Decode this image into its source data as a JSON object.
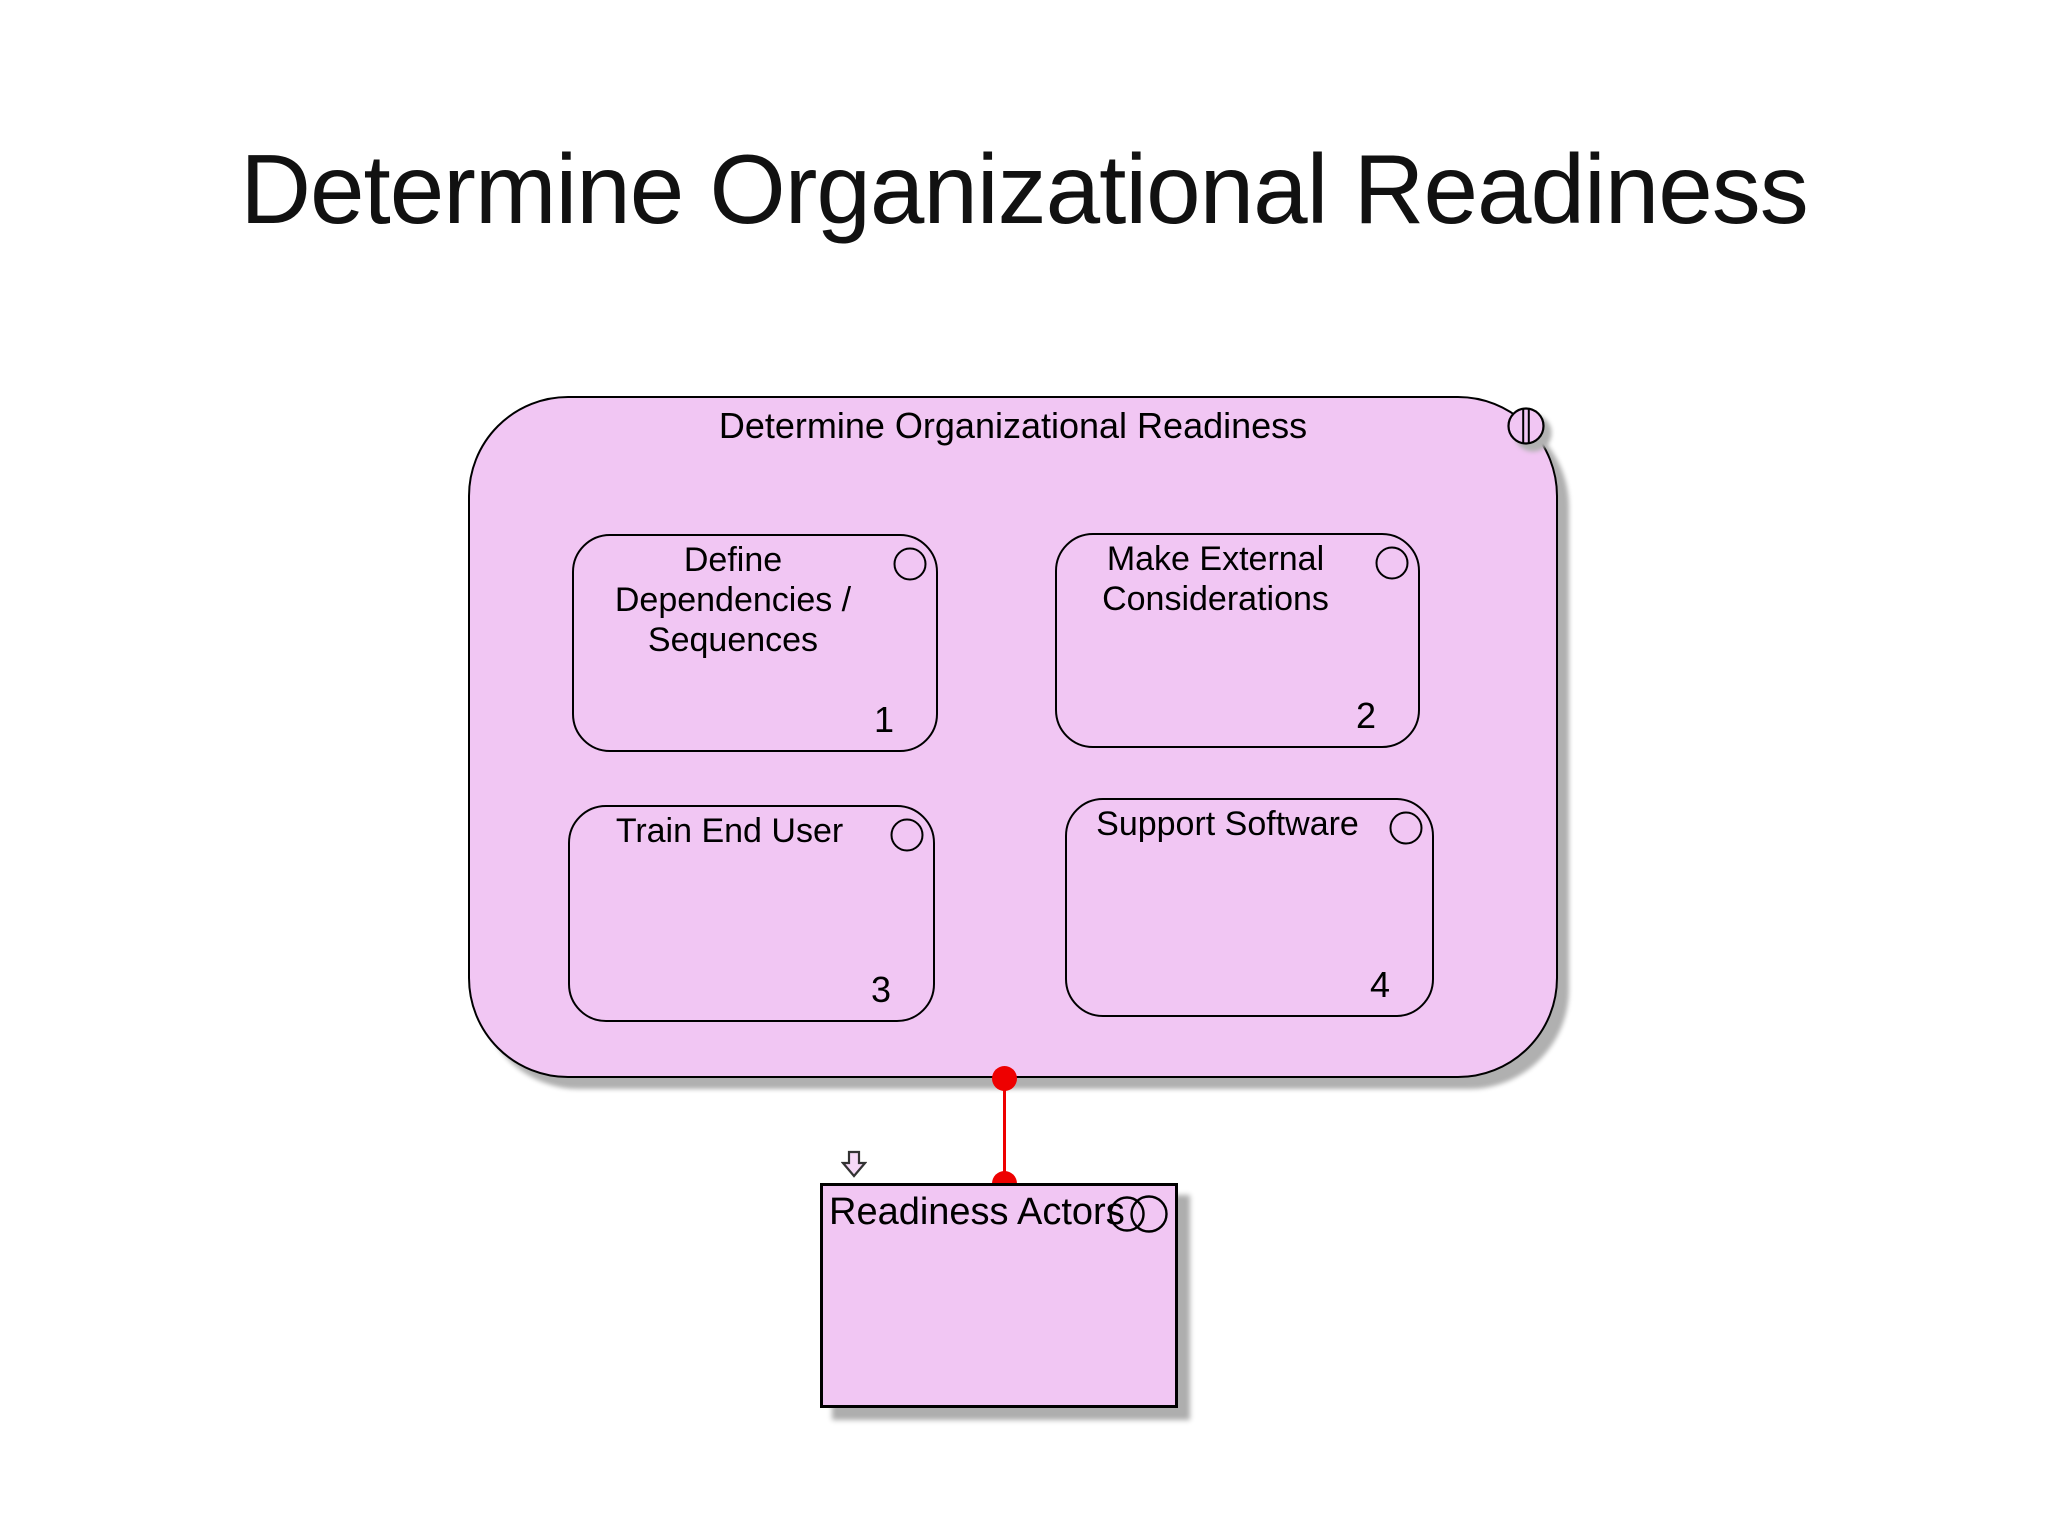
{
  "title": "Determine Organizational Readiness",
  "diagram": {
    "group": {
      "label": "Determine Organizational Readiness",
      "decomposition_icon": "split-circle-icon",
      "activities": [
        {
          "label": "Define\nDependencies /\nSequences",
          "number": "1",
          "icon": "circle-icon"
        },
        {
          "label": "Make External\nConsiderations",
          "number": "2",
          "icon": "circle-icon"
        },
        {
          "label": "Train End User",
          "number": "3",
          "icon": "circle-icon"
        },
        {
          "label": "Support Software",
          "number": "4",
          "icon": "circle-icon"
        }
      ]
    },
    "connector": {
      "color": "#EE0000",
      "endpoints": "dot-top, dot-bottom"
    },
    "actor_box": {
      "label": "Readiness Actors",
      "icon": "overlapping-circles-icon",
      "marker_icon": "hollow-down-arrow-icon"
    }
  },
  "colors": {
    "shape_fill": "#F1C6F3",
    "shape_border": "#000000",
    "connector_red": "#EE0000",
    "shadow_gray": "#B0B0B0",
    "background": "#FFFFFF"
  }
}
